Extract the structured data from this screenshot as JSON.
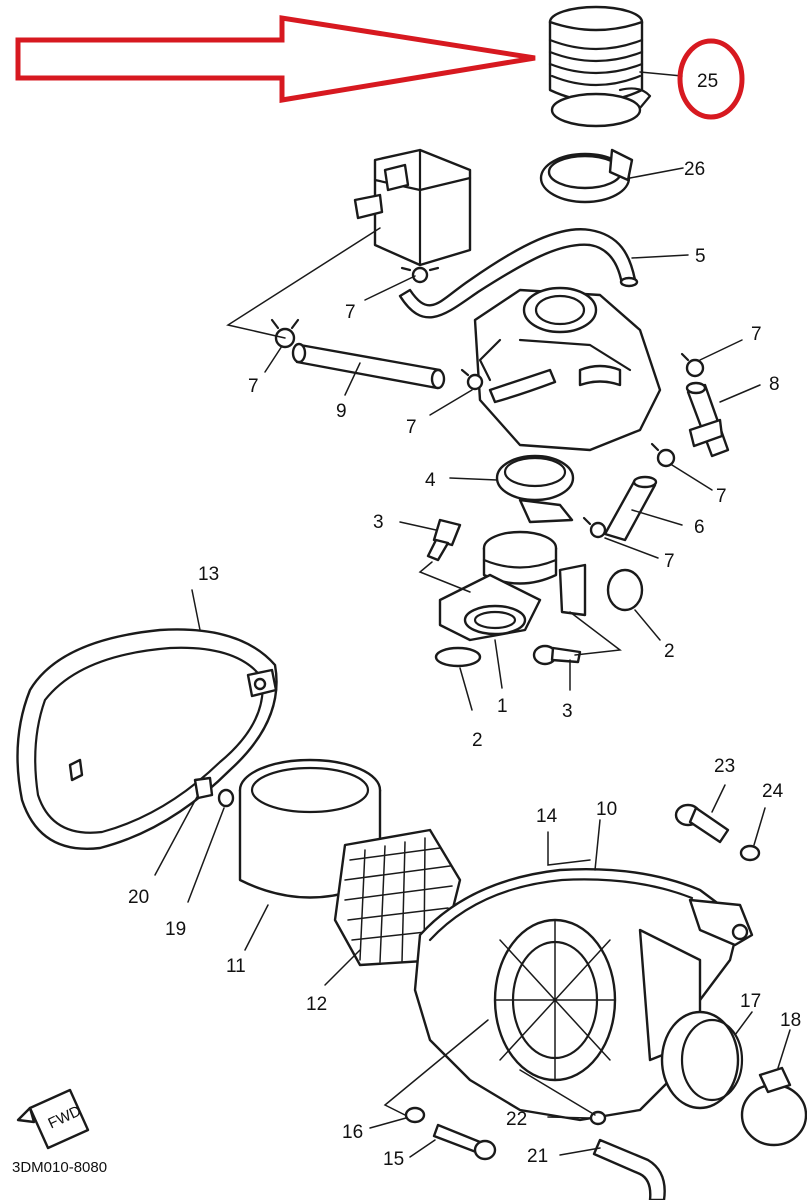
{
  "diagram_code": "3DM010-8080",
  "fwd_label": "FWD",
  "highlight": {
    "part": "25",
    "color": "#d71920"
  },
  "parts": {
    "p1": "1",
    "p2a": "2",
    "p2b": "2",
    "p3a": "3",
    "p3b": "3",
    "p4": "4",
    "p5": "5",
    "p6": "6",
    "p7a": "7",
    "p7b": "7",
    "p7c": "7",
    "p7d": "7",
    "p7e": "7",
    "p7f": "7",
    "p8": "8",
    "p9": "9",
    "p10": "10",
    "p11": "11",
    "p12": "12",
    "p13": "13",
    "p14": "14",
    "p15": "15",
    "p16": "16",
    "p17": "17",
    "p18": "18",
    "p19": "19",
    "p20": "20",
    "p21": "21",
    "p22": "22",
    "p23": "23",
    "p24": "24",
    "p25": "25",
    "p26": "26"
  }
}
